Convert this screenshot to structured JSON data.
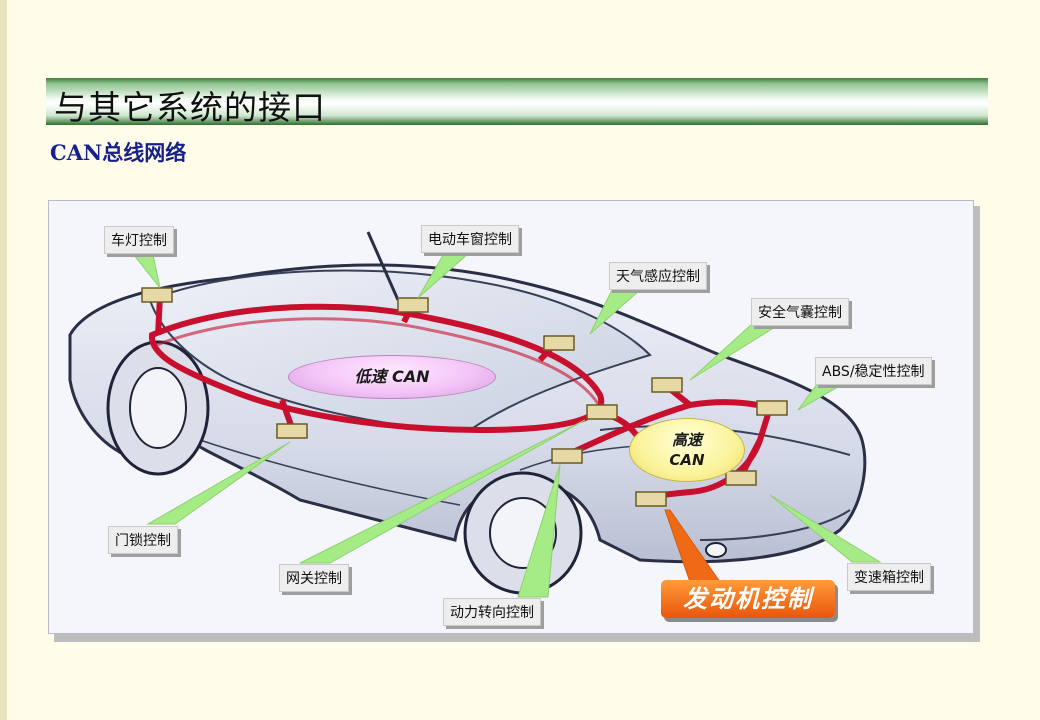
{
  "title": "与其它系统的接口",
  "subtitle": "CAN总线网络",
  "bus": {
    "low": "低速 CAN",
    "high_line1": "高速",
    "high_line2": "CAN"
  },
  "labels": {
    "lights": "车灯控制",
    "window": "电动车窗控制",
    "climate": "天气感应控制",
    "airbag": "安全气囊控制",
    "abs": "ABS/稳定性控制",
    "door": "门锁控制",
    "gateway": "网关控制",
    "steering": "动力转向控制",
    "transmission": "变速箱控制",
    "engine": "发动机控制"
  },
  "colors": {
    "bus_line": "#c8102e",
    "callout_tail": "#a6ec86",
    "engine_box": "#f06a16",
    "title_green": "#3d7f3d"
  }
}
